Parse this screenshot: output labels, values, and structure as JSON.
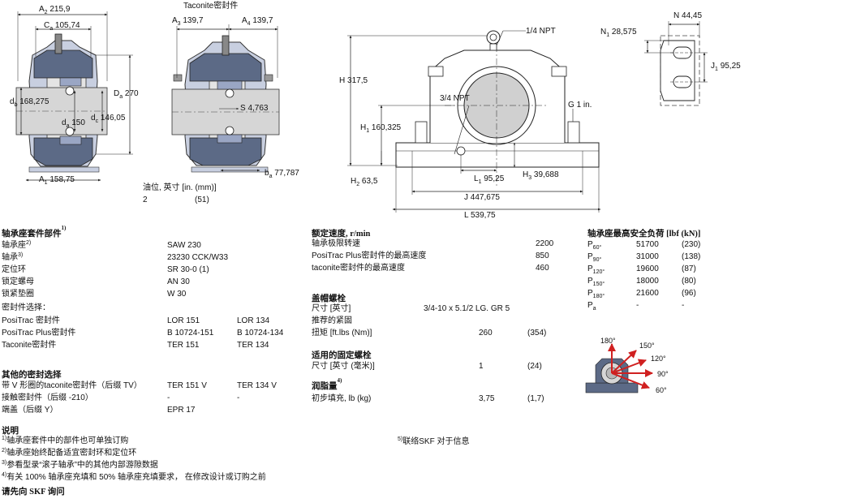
{
  "drawing": {
    "seal_title": "Taconite密封件",
    "labels": {
      "A2": "A",
      "A2_sub": "2",
      "A2_val": "215,9",
      "Ca": "C",
      "Ca_sub": "a",
      "Ca_val": "105,74",
      "A3": "A",
      "A3_sub": "3",
      "A3_val": "139,7",
      "A4": "A",
      "A4_sub": "4",
      "A4_val": "139,7",
      "Da": "D",
      "Da_sub": "a",
      "Da_val": "270",
      "db": "d",
      "db_sub": "b",
      "db_val": "168,275",
      "da": "d",
      "da_sub": "a",
      "da_val": "150",
      "dc": "d",
      "dc_sub": "c",
      "dc_val": "146,05",
      "S": "S",
      "S_val": "4,763",
      "ba": "b",
      "ba_sub": "a",
      "ba_val": "77,787",
      "A1": "A",
      "A1_sub": "1",
      "A1_val": "158,75",
      "npt14": "1/4 NPT",
      "npt34": "3/4 NPT",
      "H": "H",
      "H_val": "317,5",
      "H1": "H",
      "H1_sub": "1",
      "H1_val": "160,325",
      "H2": "H",
      "H2_sub": "2",
      "H2_val": "63,5",
      "G": "G",
      "G_val": "1 in.",
      "L1": "L",
      "L1_sub": "1",
      "L1_val": "95,25",
      "H3": "H",
      "H3_sub": "3",
      "H3_val": "39,688",
      "J": "J",
      "J_val": "447,675",
      "L": "L",
      "L_val": "539,75",
      "N": "N",
      "N_val": "44,45",
      "N1": "N",
      "N1_sub": "1",
      "N1_val": "28,575",
      "J1": "J",
      "J1_sub": "1",
      "J1_val": "95,25"
    },
    "oil_label": "油位, 英寸 [in. (mm)]",
    "oil_val_in": "2",
    "oil_val_mm": "(51)"
  },
  "components": {
    "title": "轴承座套件部件",
    "title_sup": "1)",
    "rows": [
      {
        "label": "轴承座",
        "sup": "2)",
        "value": "SAW 230"
      },
      {
        "label": "轴承",
        "sup": "3)",
        "value": "23230 CCK/W33"
      },
      {
        "label": "定位环",
        "sup": "",
        "value": "SR 30-0 (1)"
      },
      {
        "label": "锁定螺母",
        "sup": "",
        "value": "AN 30"
      },
      {
        "label": "锁紧垫圈",
        "sup": "",
        "value": "W 30"
      }
    ],
    "seal_choice_label": "密封件选择：",
    "seal_rows": [
      {
        "label": "PosiTrac 密封件",
        "v1": "LOR 151",
        "v2": "LOR 134"
      },
      {
        "label": "PosiTrac Plus密封件",
        "v1": "B 10724-151",
        "v2": "B 10724-134"
      },
      {
        "label": "Taconite密封件",
        "v1": "TER 151",
        "v2": "TER 134"
      }
    ]
  },
  "other_seals": {
    "title": "其他的密封选择",
    "rows": [
      {
        "label": "带 V 形圈的taconite密封件（后缀 TV）",
        "v1": "TER 151 V",
        "v2": "TER 134 V"
      },
      {
        "label": "接触密封件（后缀 -210）",
        "v1": "-",
        "v2": "-"
      },
      {
        "label": "端盖（后缀 Y）",
        "v1": "EPR 17",
        "v2": ""
      }
    ]
  },
  "speed": {
    "title": "额定速度, r/min",
    "rows": [
      {
        "label": "轴承极限转速",
        "value": "2200"
      },
      {
        "label": "PosiTrac Plus密封件的最高速度",
        "value": "850"
      },
      {
        "label": "taconite密封件的最高速度",
        "value": "460"
      }
    ]
  },
  "cap_bolts": {
    "title": "盖帽螺栓",
    "size_label": "尺寸 [英寸]",
    "size_value": "3/4-10 x 5.1/2 LG. GR 5",
    "torque_hint": "推荐的紧固",
    "torque_label": "扭矩 [ft.lbs (Nm)]",
    "torque_val": "260",
    "torque_val2": "(354)"
  },
  "fix_bolts": {
    "title": "适用的固定螺栓",
    "size_label": "尺寸 [英寸 (毫米)]",
    "v1": "1",
    "v2": "(24)"
  },
  "grease": {
    "title": "润脂量",
    "title_sup": "4)",
    "label": "初步填充, lb (kg)",
    "v1": "3,75",
    "v2": "(1,7)"
  },
  "loads": {
    "title": "轴承座最高安全负荷 [lbf (kN)]",
    "rows": [
      {
        "p": "P",
        "sub": "60°",
        "v1": "51700",
        "v2": "(230)"
      },
      {
        "p": "P",
        "sub": "90°",
        "v1": "31000",
        "v2": "(138)"
      },
      {
        "p": "P",
        "sub": "120°",
        "v1": "19600",
        "v2": "(87)"
      },
      {
        "p": "P",
        "sub": "150°",
        "v1": "18000",
        "v2": "(80)"
      },
      {
        "p": "P",
        "sub": "180°",
        "v1": "21600",
        "v2": "(96)"
      },
      {
        "p": "P",
        "sub": "a",
        "v1": "-",
        "v2": "-"
      }
    ],
    "angles": [
      "180°",
      "150°",
      "120°",
      "90°",
      "60°"
    ]
  },
  "notes": {
    "title": "说明",
    "items": [
      {
        "n": "1)",
        "text": "轴承座套件中的部件也可单独订购"
      },
      {
        "n": "2)",
        "text": "轴承座始终配备适宜密封环和定位环"
      },
      {
        "n": "3)",
        "text": "参看型录“滚子轴承”中的其他内部游隙数据"
      },
      {
        "n": "4)",
        "text": "有关 100% 轴承座充填和 50% 轴承座充填要求， 在修改设计或订购之前"
      }
    ],
    "footer": "请先向 SKF 询问",
    "note5_n": "5)",
    "note5_text": "联络SKF 对于信息"
  },
  "colors": {
    "housing": "#5c6a86",
    "light": "#c8cfe0",
    "shaft": "#d6d6d6",
    "base": "#9aa6c4",
    "arrow": "#d02020"
  }
}
